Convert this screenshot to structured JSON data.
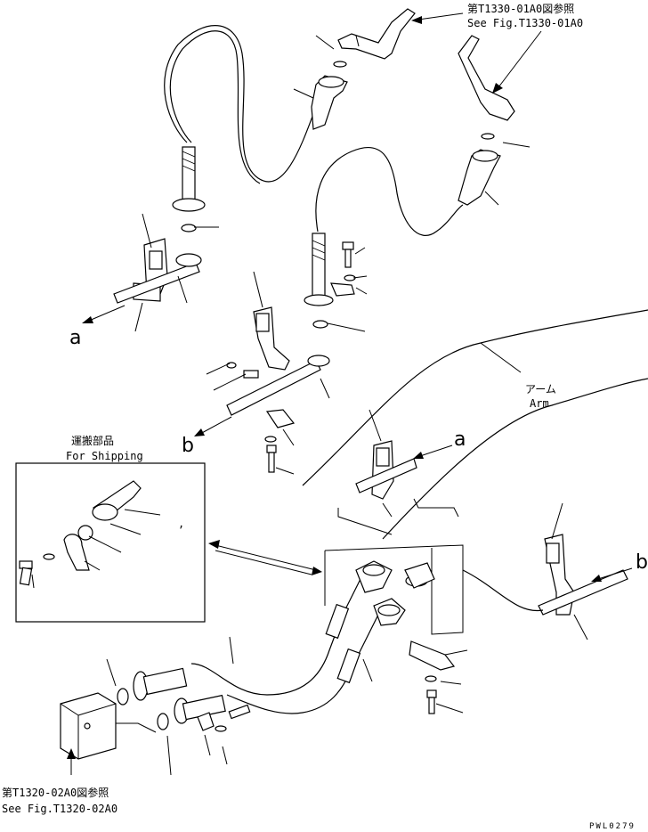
{
  "refs": {
    "top_jp": "第T1330-01A0図参照",
    "top_en": "See Fig.T1330-01A0",
    "bottom_jp": "第T1320-02A0図参照",
    "bottom_en": "See Fig.T1320-02A0"
  },
  "arm": {
    "jp": "アーム",
    "en": "Arm"
  },
  "shipping": {
    "jp": "運搬部品",
    "en": "For Shipping",
    "mark": ","
  },
  "markers": {
    "a": "a",
    "b": "b"
  },
  "drawing_number": "PWL0279"
}
